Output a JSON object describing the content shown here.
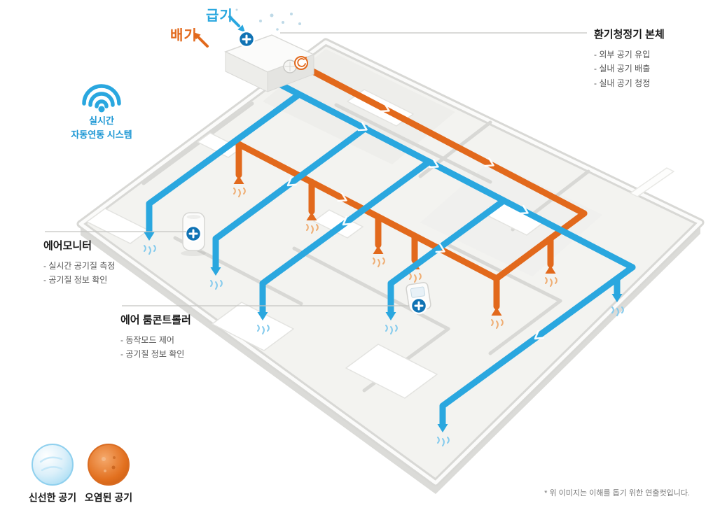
{
  "colors": {
    "blue": "#2aa7df",
    "orange": "#e2691c"
  },
  "airflow": {
    "supply": "급기",
    "exhaust": "배기"
  },
  "wifi": {
    "line1": "실시간",
    "line2": "자동연동 시스템"
  },
  "callouts": {
    "unit": {
      "title": "환기청정기 본체",
      "items": [
        "- 외부 공기 유입",
        "- 실내 공기 배출",
        "- 실내 공기 청정"
      ]
    },
    "air_monitor": {
      "title": "에어모니터",
      "items": [
        "- 실시간 공기질 측정",
        "- 공기질 정보 확인"
      ]
    },
    "room_controller": {
      "title": "에어 룸콘트롤러",
      "items": [
        "- 동작모드 제어",
        "- 공기질 정보 확인"
      ]
    }
  },
  "legend": {
    "fresh": "신선한 공기",
    "polluted": "오염된 공기"
  },
  "footnote": "* 위 이미지는 이해를 돕기 위한 연출컷입니다."
}
